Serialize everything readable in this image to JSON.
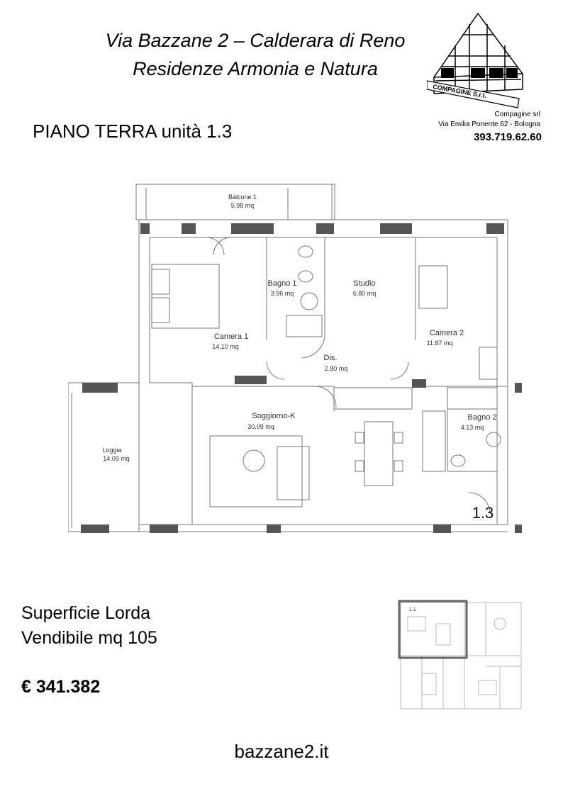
{
  "header": {
    "title_line1": "Via Bazzane 2 – Calderara di Reno",
    "title_line2": "Residenze Armonia e Natura",
    "floor_unit": "PIANO TERRA unità 1.3"
  },
  "company": {
    "logo_text": "COMPAGINE S.r.l.",
    "name": "Compagine srl",
    "address": "Via Emilia Ponente 62 - Bologna",
    "phone": "393.719.62.60"
  },
  "floorplan": {
    "unit_label": "1.3",
    "rooms": [
      {
        "name": "Balcone 1",
        "area": "5.98 mq"
      },
      {
        "name": "Camera 1",
        "area": "14.10 mq"
      },
      {
        "name": "Bagno 1",
        "area": "3.96 mq"
      },
      {
        "name": "Studio",
        "area": "6.80 mq"
      },
      {
        "name": "Camera 2",
        "area": "11.87 mq"
      },
      {
        "name": "Dis.",
        "area": "2.80 mq"
      },
      {
        "name": "Soggiorno-K",
        "area": "30.09 mq"
      },
      {
        "name": "Bagno 2",
        "area": "4.13 mq"
      },
      {
        "name": "Loggia",
        "area": "14.09 mq"
      }
    ]
  },
  "details": {
    "surface_line1": "Superficie Lorda",
    "surface_line2": "Vendibile mq 105",
    "price": "€ 341.382"
  },
  "keyplan": {
    "highlight_label": "1.1"
  },
  "footer": {
    "website": "bazzane2.it"
  }
}
